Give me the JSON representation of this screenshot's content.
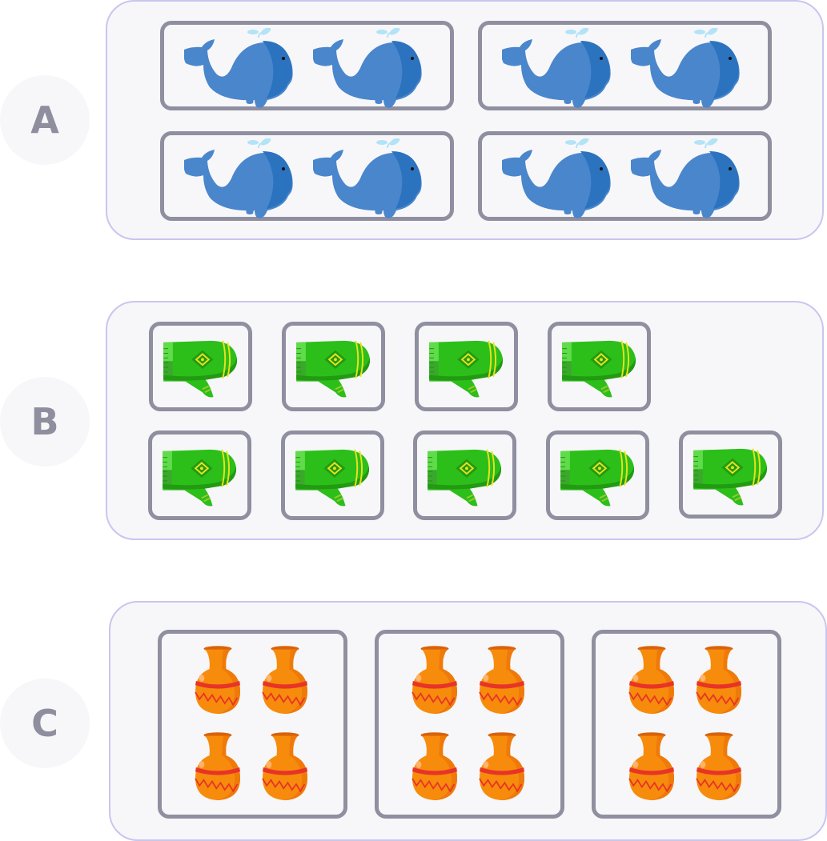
{
  "options": [
    {
      "label": "A",
      "item": "whale",
      "groups": 4,
      "items_per_group": 2
    },
    {
      "label": "B",
      "item": "mitten",
      "groups": 9,
      "items_per_group": 1
    },
    {
      "label": "C",
      "item": "vase",
      "groups": 3,
      "items_per_group": 4
    }
  ],
  "icons": {
    "whale": "whale-icon",
    "mitten": "mitten-icon",
    "vase": "vase-icon"
  },
  "colors": {
    "panel_border": "#c8c6ee",
    "group_border": "#8f8fa0",
    "whale": "#4a86cc",
    "mitten": "#2cbf1a",
    "vase": "#f58b0a"
  }
}
